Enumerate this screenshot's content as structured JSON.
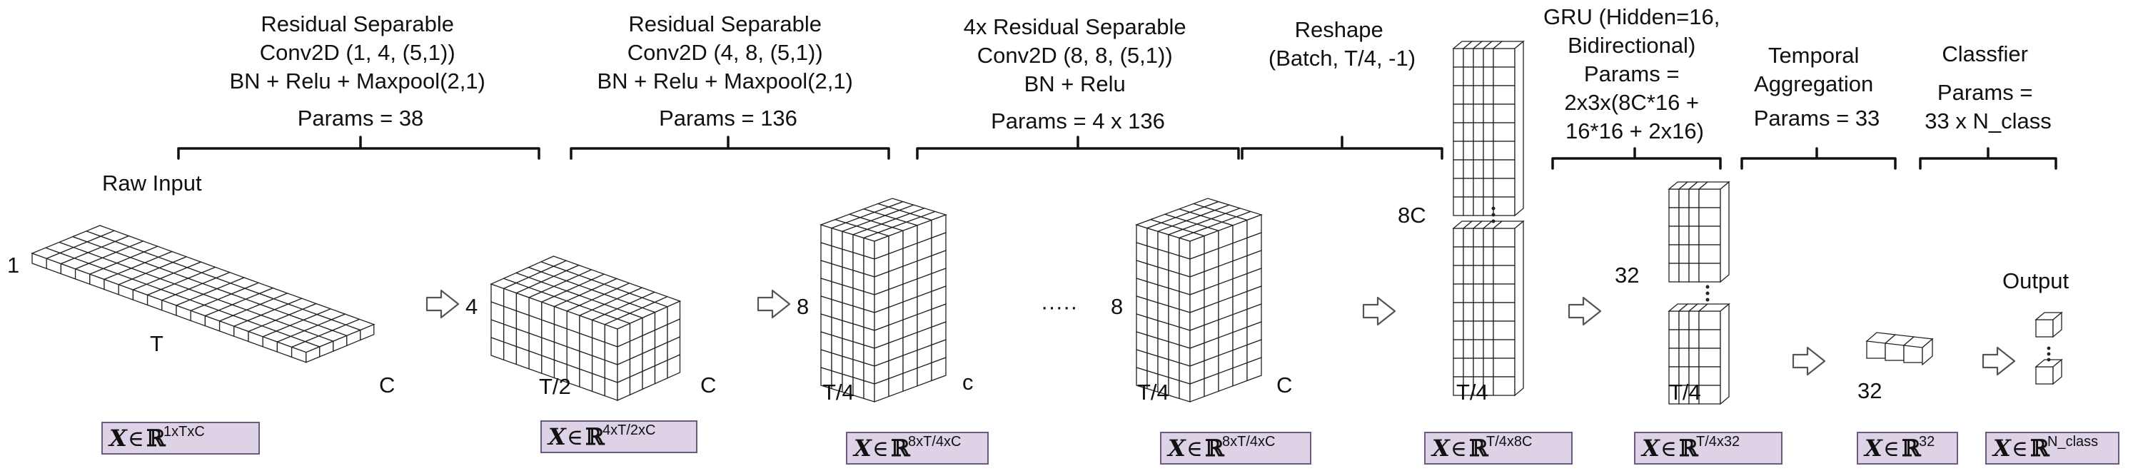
{
  "stages": [
    {
      "lines": [
        "Residual Separable",
        "Conv2D (1, 4, (5,1))",
        "BN + Relu + Maxpool(2,1)",
        "Params = 38"
      ]
    },
    {
      "lines": [
        "Residual Separable",
        "Conv2D (4, 8, (5,1))",
        "BN + Relu + Maxpool(2,1)",
        "Params = 136"
      ]
    },
    {
      "lines": [
        "4x Residual Separable",
        "Conv2D (8, 8, (5,1))",
        "BN + Relu",
        "Params = 4 x 136"
      ]
    },
    {
      "lines": [
        "Reshape",
        "(Batch, T/4, -1)"
      ]
    },
    {
      "lines": [
        "GRU (Hidden=16,",
        "Bidirectional)",
        "Params =",
        "2x3x(8C*16 +",
        "16*16 + 2x16)"
      ]
    },
    {
      "lines": [
        "Temporal",
        "Aggregation",
        "Params = 33"
      ]
    },
    {
      "lines": [
        "Classfier",
        "Params =",
        "33 x N_class"
      ]
    }
  ],
  "labels": {
    "raw_input": "Raw Input",
    "one": "1",
    "t": "T",
    "c1": "C",
    "four": "4",
    "t2": "T/2",
    "c2": "C",
    "eight_a": "8",
    "t4_a": "T/4",
    "c3": "c",
    "ellipsis": "·····",
    "eight_b": "8",
    "t4_b": "T/4",
    "c4": "C",
    "eight_c": "8C",
    "t4_c": "T/4",
    "thirty_two_a": "32",
    "t4_d": "T/4",
    "thirty_two_b": "32",
    "output": "Output"
  },
  "formulas": [
    {
      "var": "X",
      "in": "∈",
      "set": "ℝ",
      "sup": "1xTxC"
    },
    {
      "var": "X",
      "in": "∈",
      "set": "ℝ",
      "sup": "4xT/2xC"
    },
    {
      "var": "X",
      "in": "∈",
      "set": "ℝ",
      "sup": "8xT/4xC"
    },
    {
      "var": "X",
      "in": "∈",
      "set": "ℝ",
      "sup": "8xT/4xC"
    },
    {
      "var": "X",
      "in": "∈",
      "set": "ℝ",
      "sup": "T/4x8C"
    },
    {
      "var": "X",
      "in": "∈",
      "set": "ℝ",
      "sup": "T/4x32"
    },
    {
      "var": "X",
      "in": "∈",
      "set": "ℝ",
      "sup": "32"
    },
    {
      "var": "X",
      "in": "∈",
      "set": "ℝ",
      "sup": "N_class"
    }
  ],
  "colors": {
    "orange": "#f6d9b0",
    "red": "#f3c7c9",
    "purple": "#ddd0e6",
    "green": "#d3e3c6",
    "blue": "#cfdff2",
    "gru_blue": "#c7daf3",
    "lime": "#b7dc7f",
    "yellow": "#f6f37a",
    "output": "#f2c28f",
    "box_fill": "#ddd2e6"
  }
}
